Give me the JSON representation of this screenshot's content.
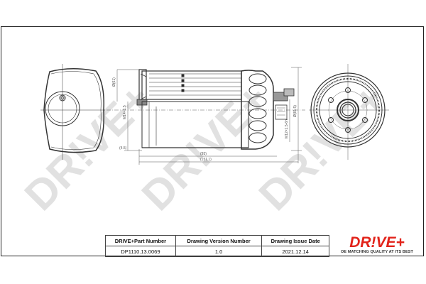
{
  "drawing": {
    "watermark": "DR!VE+",
    "watermark_color": "#d9d9d9",
    "line_color": "#333333",
    "dimensions": {
      "height_left": "Ø(61)",
      "thread": "M14×1.5",
      "offset": "(4.5)",
      "length_inner": "(95)",
      "length_total": "(151.1)",
      "diameter_right": "Ø(81.5)",
      "fitting": "M12×1.5-6h"
    }
  },
  "title_block": {
    "headers": [
      "DRIVE+Part Number",
      "Drawing Version Number",
      "Drawing Issue Date"
    ],
    "values": [
      "DP1110.13.0069",
      "1.0",
      "2021.12.14"
    ]
  },
  "logo": {
    "brand": "DR!VE+",
    "tagline": "OE MATCHING QUALITY AT ITS BEST",
    "brand_color": "#e2231a"
  }
}
